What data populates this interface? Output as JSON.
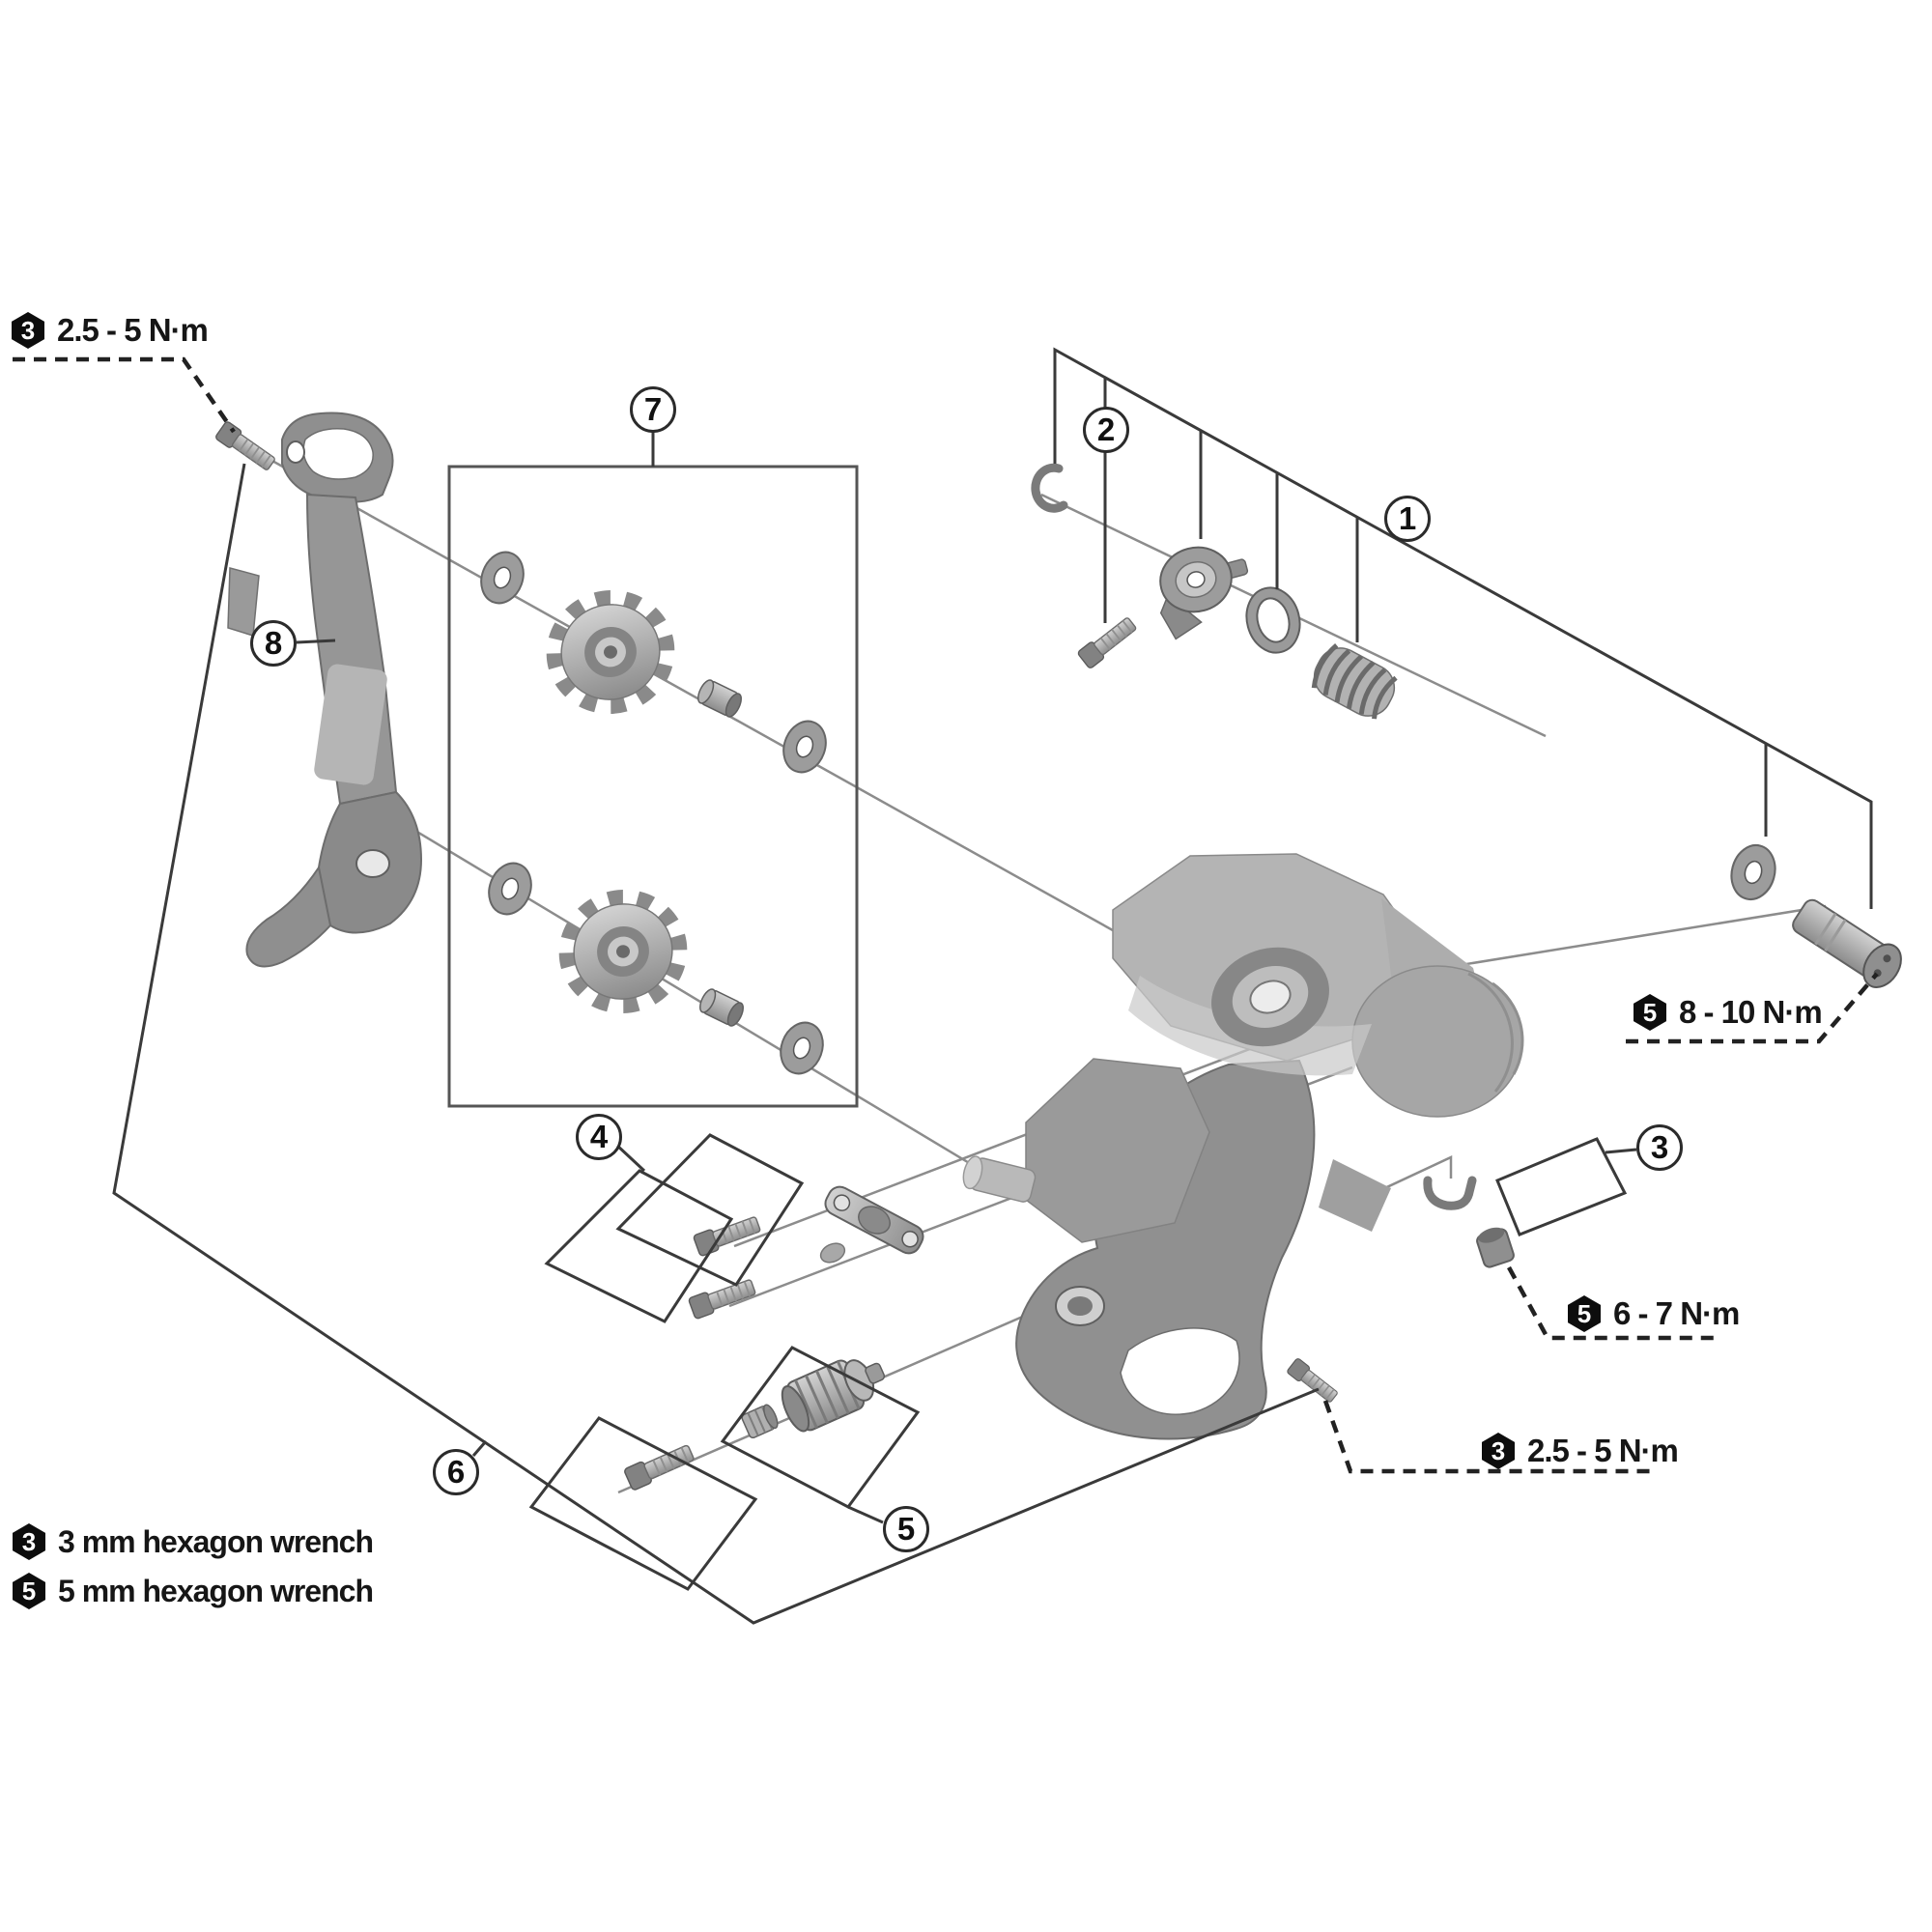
{
  "figure": {
    "description": "Rear derailleur exploded parts diagram",
    "callouts": [
      {
        "number": "1"
      },
      {
        "number": "2"
      },
      {
        "number": "3"
      },
      {
        "number": "4"
      },
      {
        "number": "5"
      },
      {
        "number": "6"
      },
      {
        "number": "7"
      },
      {
        "number": "8"
      }
    ],
    "torque_labels": [
      {
        "position": "top-left",
        "tool_size": "3",
        "value": "2.5 - 5 N·m"
      },
      {
        "position": "right",
        "tool_size": "5",
        "value": "8 - 10 N·m"
      },
      {
        "position": "mid-right",
        "tool_size": "5",
        "value": "6 - 7 N·m"
      },
      {
        "position": "bottom-right",
        "tool_size": "3",
        "value": "2.5 - 5 N·m"
      }
    ],
    "legend": [
      {
        "tool_size": "3",
        "label": "3 mm hexagon wrench"
      },
      {
        "tool_size": "5",
        "label": "5 mm hexagon wrench"
      }
    ],
    "colors": {
      "background": "#ffffff",
      "line": "#3a3a3a",
      "thin_line": "#8c8c8c",
      "part_gray": "#9a9a9a",
      "label_black": "#0d0d0d"
    }
  }
}
